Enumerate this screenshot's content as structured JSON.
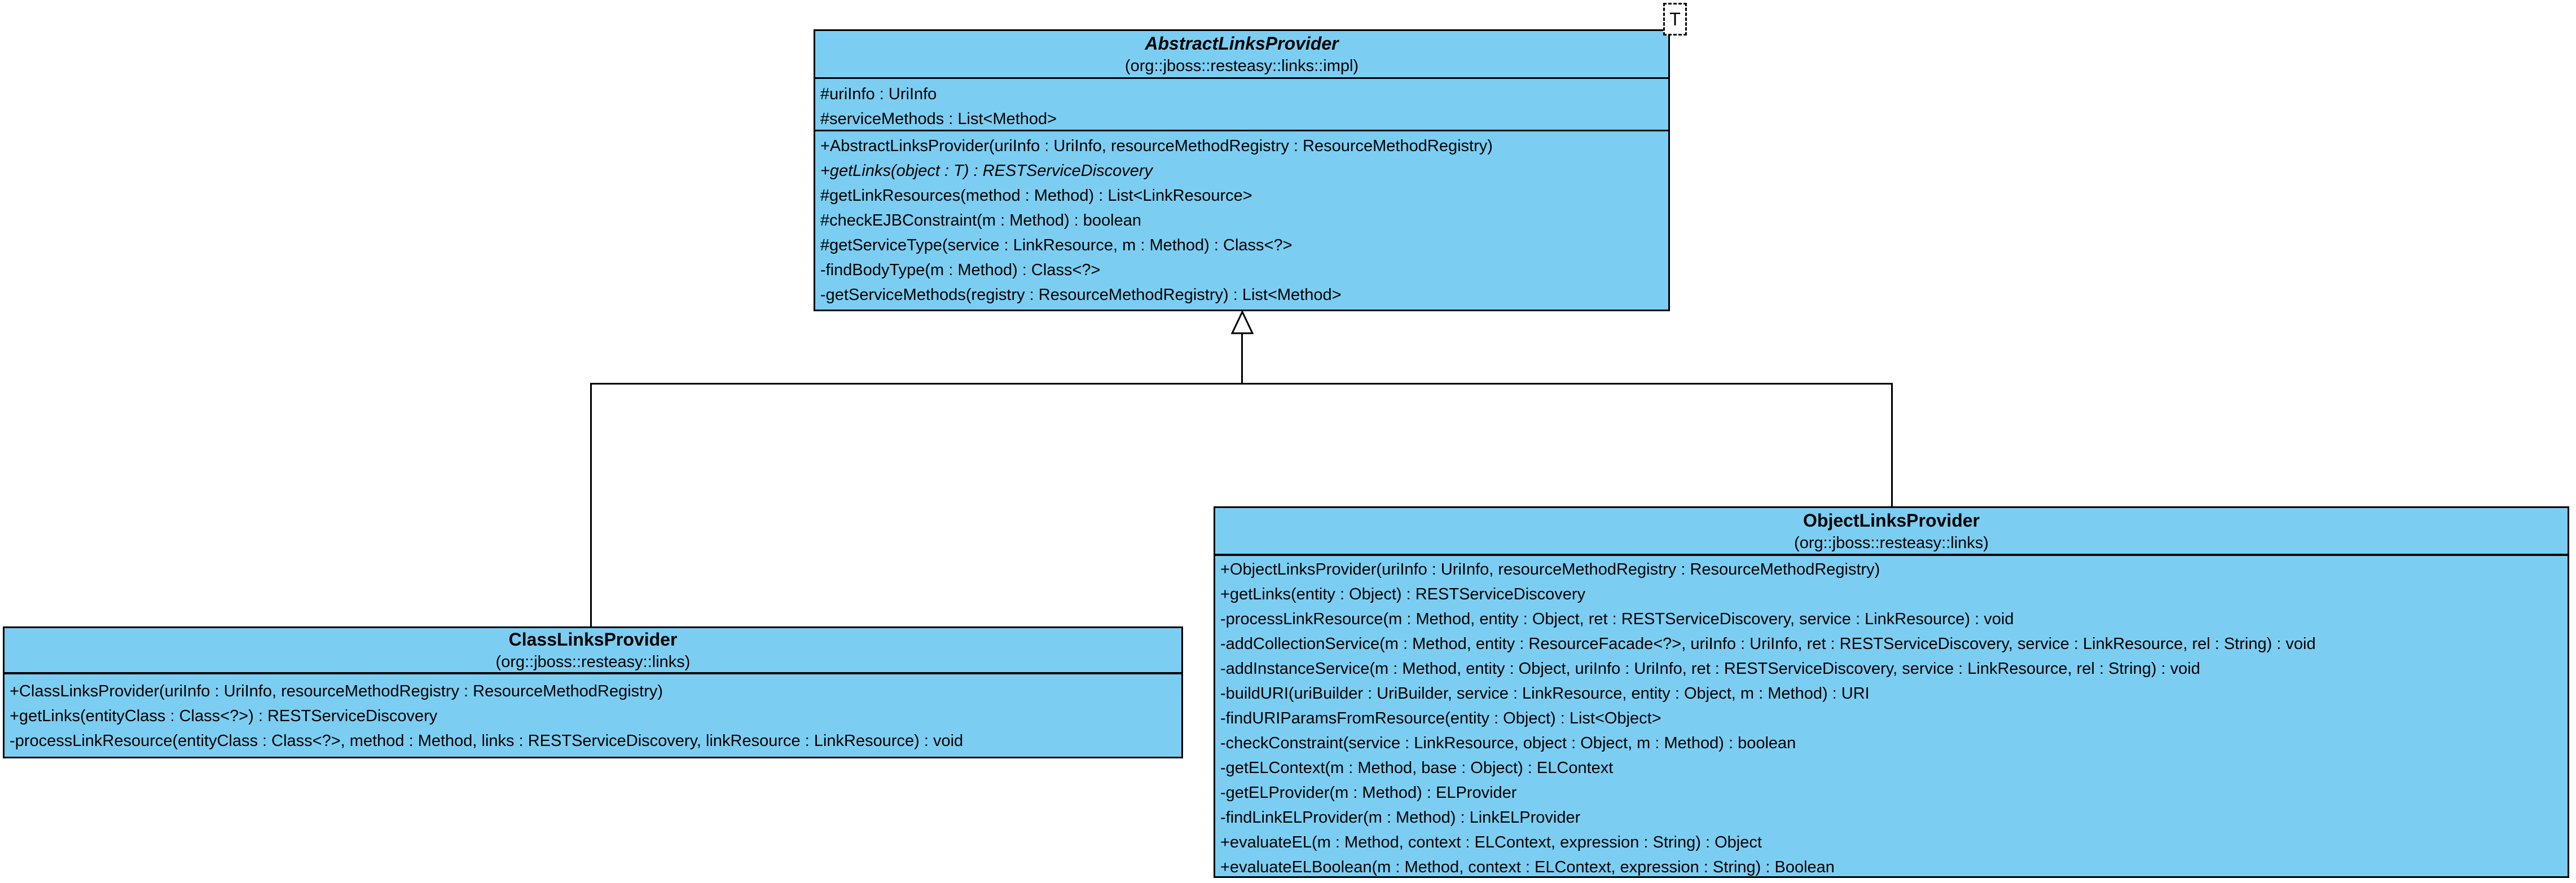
{
  "diagram": {
    "kind": "uml-class-diagram",
    "background_color": "#ffffff"
  },
  "colors": {
    "class_fill": "#7bcef2",
    "class_border": "#000000",
    "text": "#000000"
  },
  "classes": [
    {
      "id": "AbstractLinksProvider",
      "name": "AbstractLinksProvider",
      "package": "(org::jboss::resteasy::links::impl)",
      "is_abstract": true,
      "template_parameter": "T",
      "attributes": [
        {
          "text": "#uriInfo : UriInfo"
        },
        {
          "text": "#serviceMethods : List<Method>"
        }
      ],
      "methods": [
        {
          "text": "+AbstractLinksProvider(uriInfo : UriInfo, resourceMethodRegistry : ResourceMethodRegistry)"
        },
        {
          "text": "+getLinks(object : T) : RESTServiceDiscovery",
          "is_abstract": true
        },
        {
          "text": "#getLinkResources(method : Method) : List<LinkResource>"
        },
        {
          "text": "#checkEJBConstraint(m : Method) : boolean"
        },
        {
          "text": "#getServiceType(service : LinkResource, m : Method) : Class<?>"
        },
        {
          "text": "-findBodyType(m : Method) : Class<?>"
        },
        {
          "text": "-getServiceMethods(registry : ResourceMethodRegistry) : List<Method>"
        }
      ]
    },
    {
      "id": "ClassLinksProvider",
      "name": "ClassLinksProvider",
      "package": "(org::jboss::resteasy::links)",
      "is_abstract": false,
      "attributes": [],
      "methods": [
        {
          "text": "+ClassLinksProvider(uriInfo : UriInfo, resourceMethodRegistry : ResourceMethodRegistry)"
        },
        {
          "text": "+getLinks(entityClass : Class<?>) : RESTServiceDiscovery"
        },
        {
          "text": "-processLinkResource(entityClass : Class<?>, method : Method, links : RESTServiceDiscovery, linkResource : LinkResource) : void"
        }
      ]
    },
    {
      "id": "ObjectLinksProvider",
      "name": "ObjectLinksProvider",
      "package": "(org::jboss::resteasy::links)",
      "is_abstract": false,
      "attributes": [],
      "methods": [
        {
          "text": "+ObjectLinksProvider(uriInfo : UriInfo, resourceMethodRegistry : ResourceMethodRegistry)"
        },
        {
          "text": "+getLinks(entity : Object) : RESTServiceDiscovery"
        },
        {
          "text": "-processLinkResource(m : Method, entity : Object, ret : RESTServiceDiscovery, service : LinkResource) : void"
        },
        {
          "text": "-addCollectionService(m : Method, entity : ResourceFacade<?>, uriInfo : UriInfo, ret : RESTServiceDiscovery, service : LinkResource, rel : String) : void"
        },
        {
          "text": "-addInstanceService(m : Method, entity : Object, uriInfo : UriInfo, ret : RESTServiceDiscovery, service : LinkResource, rel : String) : void"
        },
        {
          "text": "-buildURI(uriBuilder : UriBuilder, service : LinkResource, entity : Object, m : Method) : URI"
        },
        {
          "text": "-findURIParamsFromResource(entity : Object) : List<Object>"
        },
        {
          "text": "-checkConstraint(service : LinkResource, object : Object, m : Method) : boolean"
        },
        {
          "text": "-getELContext(m : Method, base : Object) : ELContext"
        },
        {
          "text": "-getELProvider(m : Method) : ELProvider"
        },
        {
          "text": "-findLinkELProvider(m : Method) : LinkELProvider"
        },
        {
          "text": "+evaluateEL(m : Method, context : ELContext, expression : String) : Object"
        },
        {
          "text": "+evaluateELBoolean(m : Method, context : ELContext, expression : String) : Boolean"
        }
      ]
    }
  ],
  "relationships": [
    {
      "type": "generalization",
      "from": "ClassLinksProvider",
      "to": "AbstractLinksProvider"
    },
    {
      "type": "generalization",
      "from": "ObjectLinksProvider",
      "to": "AbstractLinksProvider"
    }
  ]
}
